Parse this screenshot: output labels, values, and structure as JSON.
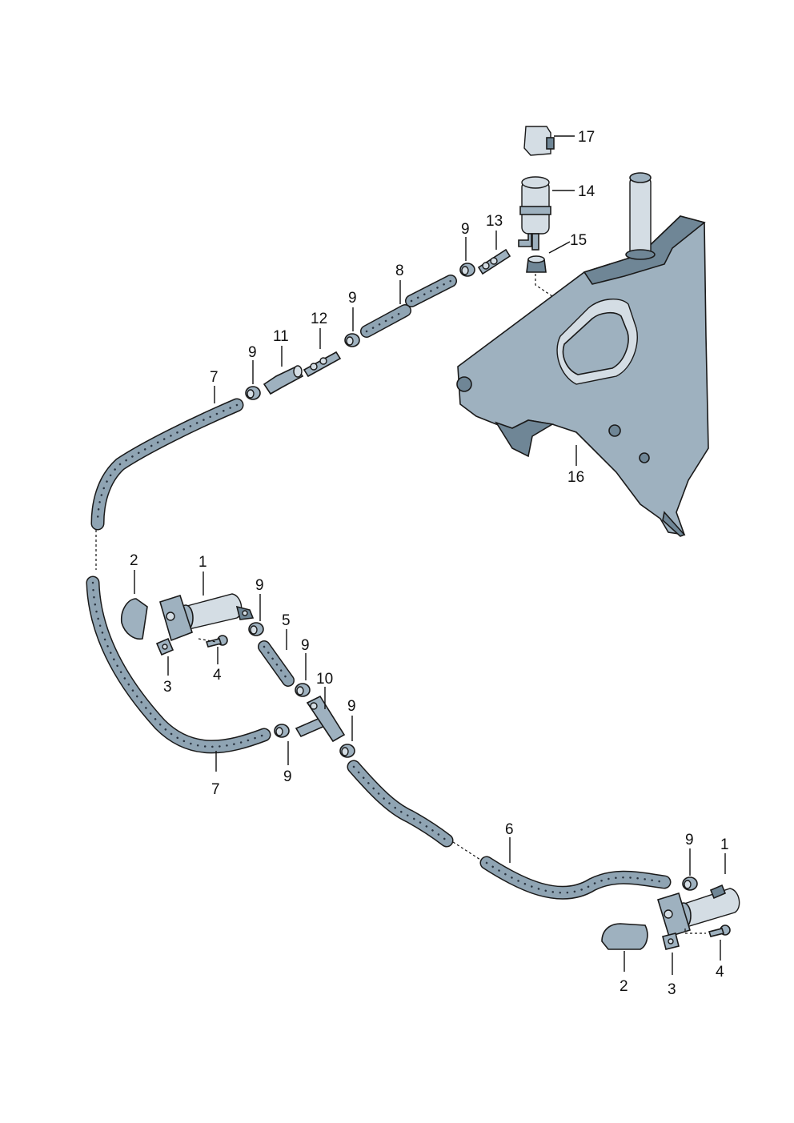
{
  "callouts": {
    "c1a": "1",
    "c1b": "1",
    "c2a": "2",
    "c2b": "2",
    "c3a": "3",
    "c3b": "3",
    "c4a": "4",
    "c4b": "4",
    "c5": "5",
    "c6": "6",
    "c7a": "7",
    "c7b": "7",
    "c8": "8",
    "c9a": "9",
    "c9b": "9",
    "c9c": "9",
    "c9d": "9",
    "c9e": "9",
    "c9f": "9",
    "c9g": "9",
    "c9h": "9",
    "c10": "10",
    "c11": "11",
    "c12": "12",
    "c13": "13",
    "c14": "14",
    "c15": "15",
    "c16": "16",
    "c17": "17"
  },
  "colors": {
    "part_fill": "#9eb1bf",
    "part_shade": "#6f8696",
    "outline": "#1a1a1a"
  }
}
